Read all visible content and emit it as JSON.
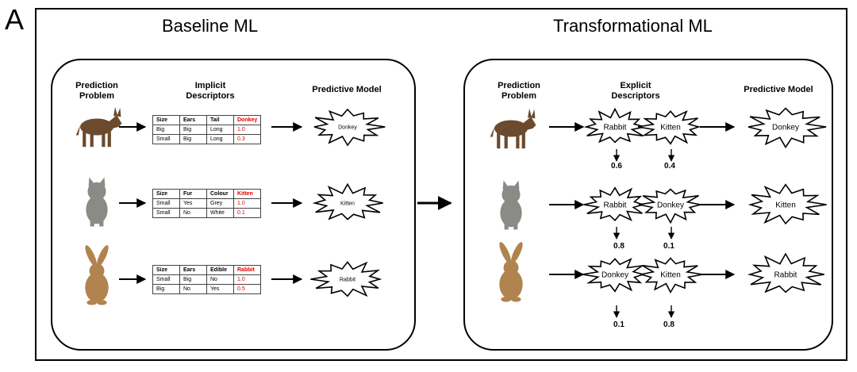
{
  "panel_label": "A",
  "left": {
    "title": "Baseline ML",
    "headers": {
      "prediction_problem": "Prediction\nProblem",
      "descriptors": "Implicit\nDescriptors",
      "predictive_model": "Predictive Model"
    },
    "rows": [
      {
        "animal": "donkey",
        "table": [
          [
            "Size",
            "Ears",
            "Tail",
            "Donkey"
          ],
          [
            "Big",
            "Big",
            "Long",
            "1.0"
          ],
          [
            "Small",
            "Big",
            "Long",
            "0.3"
          ]
        ],
        "model": "Donkey"
      },
      {
        "animal": "kitten",
        "table": [
          [
            "Size",
            "Fur",
            "Colour",
            "Kitten"
          ],
          [
            "Small",
            "Yes",
            "Grey",
            "1.0"
          ],
          [
            "Small",
            "No",
            "White",
            "0.1"
          ]
        ],
        "model": "Kitten"
      },
      {
        "animal": "rabbit",
        "table": [
          [
            "Size",
            "Ears",
            "Edible",
            "Rabbit"
          ],
          [
            "Small",
            "Big",
            "No",
            "1.0"
          ],
          [
            "Big",
            "No",
            "Yes",
            "0.5"
          ]
        ],
        "model": "Rabbit"
      }
    ]
  },
  "right": {
    "title": "Transformational ML",
    "headers": {
      "prediction_problem": "Prediction\nProblem",
      "descriptors": "Explicit\nDescriptors",
      "predictive_model": "Predictive Model"
    },
    "rows": [
      {
        "animal": "donkey",
        "descriptors": [
          {
            "label": "Rabbit",
            "value": "0.6"
          },
          {
            "label": "Kitten",
            "value": "0.4"
          }
        ],
        "model": "Donkey"
      },
      {
        "animal": "kitten",
        "descriptors": [
          {
            "label": "Rabbit",
            "value": "0.8"
          },
          {
            "label": "Donkey",
            "value": "0.1"
          }
        ],
        "model": "Kitten"
      },
      {
        "animal": "rabbit",
        "descriptors": [
          {
            "label": "Donkey",
            "value": "0.1"
          },
          {
            "label": "Kitten",
            "value": "0.8"
          }
        ],
        "model": "Rabbit"
      }
    ]
  },
  "colors": {
    "highlight": "#e00000",
    "donkey": "#6b4a2e",
    "kitten": "#8a8a86",
    "rabbit": "#b0834f"
  }
}
